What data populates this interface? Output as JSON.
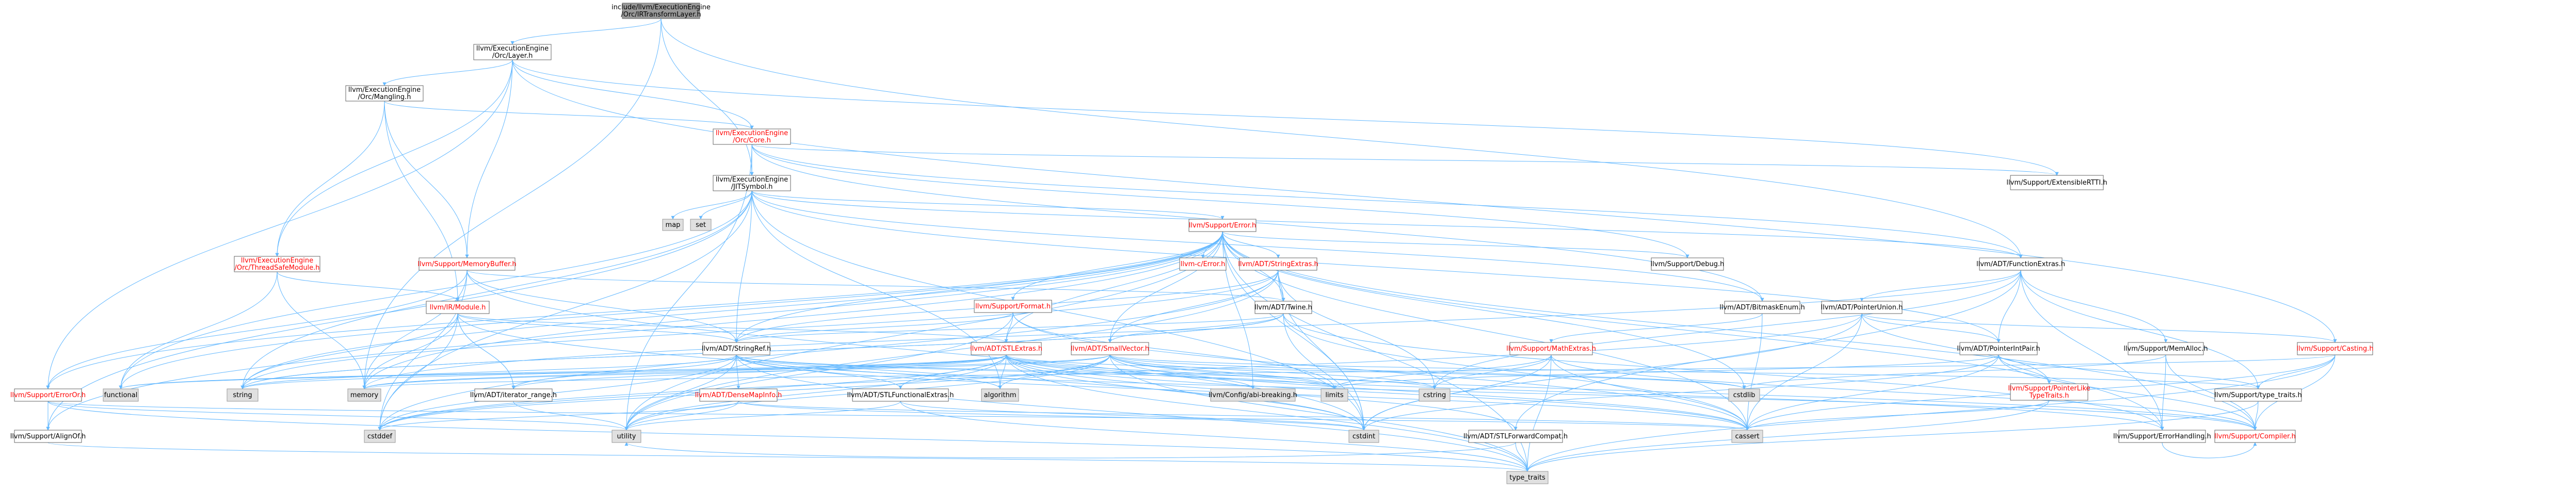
{
  "graph": {
    "colors": {
      "background": "#ffffff",
      "edge": "#63b8ff",
      "node_border": "#666666",
      "node_fill": "#ffffff",
      "system_fill": "#e0e0e0",
      "system_border": "#999999",
      "root_fill": "#999999",
      "root_border": "#666666",
      "text": "#000000",
      "red_text": "#ff0000"
    },
    "nodes": [
      {
        "id": "root",
        "lines": [
          "include/llvm/ExecutionEngine",
          "/Orc/IRTransformLayer.h"
        ],
        "kind": "root"
      },
      {
        "id": "layer",
        "lines": [
          "llvm/ExecutionEngine",
          "/Orc/Layer.h"
        ],
        "kind": "normal"
      },
      {
        "id": "mangling",
        "lines": [
          "llvm/ExecutionEngine",
          "/Orc/Mangling.h"
        ],
        "kind": "normal"
      },
      {
        "id": "core",
        "lines": [
          "llvm/ExecutionEngine",
          "/Orc/Core.h"
        ],
        "kind": "red"
      },
      {
        "id": "jitsymbol",
        "lines": [
          "llvm/ExecutionEngine",
          "/JITSymbol.h"
        ],
        "kind": "normal"
      },
      {
        "id": "extensiblertti",
        "lines": [
          "llvm/Support/ExtensibleRTTI.h"
        ],
        "kind": "normal"
      },
      {
        "id": "map",
        "lines": [
          "map"
        ],
        "kind": "system"
      },
      {
        "id": "set",
        "lines": [
          "set"
        ],
        "kind": "system"
      },
      {
        "id": "error",
        "lines": [
          "llvm/Support/Error.h"
        ],
        "kind": "red"
      },
      {
        "id": "tsm",
        "lines": [
          "llvm/ExecutionEngine",
          "/Orc/ThreadSafeModule.h"
        ],
        "kind": "red"
      },
      {
        "id": "membuf",
        "lines": [
          "llvm/Support/MemoryBuffer.h"
        ],
        "kind": "red"
      },
      {
        "id": "irmodule",
        "lines": [
          "llvm/IR/Module.h"
        ],
        "kind": "red"
      },
      {
        "id": "cerror",
        "lines": [
          "llvm-c/Error.h"
        ],
        "kind": "red"
      },
      {
        "id": "stringextras",
        "lines": [
          "llvm/ADT/StringExtras.h"
        ],
        "kind": "red"
      },
      {
        "id": "debug",
        "lines": [
          "llvm/Support/Debug.h"
        ],
        "kind": "normal"
      },
      {
        "id": "functionextras",
        "lines": [
          "llvm/ADT/FunctionExtras.h"
        ],
        "kind": "normal"
      },
      {
        "id": "twine",
        "lines": [
          "llvm/ADT/Twine.h"
        ],
        "kind": "normal"
      },
      {
        "id": "format",
        "lines": [
          "llvm/Support/Format.h"
        ],
        "kind": "red"
      },
      {
        "id": "pointerunion",
        "lines": [
          "llvm/ADT/PointerUnion.h"
        ],
        "kind": "normal"
      },
      {
        "id": "bitmaskenum",
        "lines": [
          "llvm/ADT/BitmaskEnum.h"
        ],
        "kind": "normal"
      },
      {
        "id": "mathextras",
        "lines": [
          "llvm/Support/MathExtras.h"
        ],
        "kind": "red"
      },
      {
        "id": "pointerintpair",
        "lines": [
          "llvm/ADT/PointerIntPair.h"
        ],
        "kind": "normal"
      },
      {
        "id": "memalloc",
        "lines": [
          "llvm/Support/MemAlloc.h"
        ],
        "kind": "normal"
      },
      {
        "id": "casting",
        "lines": [
          "llvm/Support/Casting.h"
        ],
        "kind": "red"
      },
      {
        "id": "stringref",
        "lines": [
          "llvm/ADT/StringRef.h"
        ],
        "kind": "normal"
      },
      {
        "id": "stlextras",
        "lines": [
          "llvm/ADT/STLExtras.h"
        ],
        "kind": "red"
      },
      {
        "id": "smallvector",
        "lines": [
          "llvm/ADT/SmallVector.h"
        ],
        "kind": "red"
      },
      {
        "id": "pointerliketypetraits",
        "lines": [
          "llvm/Support/PointerLike",
          "TypeTraits.h"
        ],
        "kind": "red"
      },
      {
        "id": "typetraits",
        "lines": [
          "llvm/Support/type_traits.h"
        ],
        "kind": "normal"
      },
      {
        "id": "errorhandling",
        "lines": [
          "llvm/Support/ErrorHandling.h"
        ],
        "kind": "normal"
      },
      {
        "id": "erroror",
        "lines": [
          "llvm/Support/ErrorOr.h"
        ],
        "kind": "red"
      },
      {
        "id": "alignof",
        "lines": [
          "llvm/Support/AlignOf.h"
        ],
        "kind": "normal"
      },
      {
        "id": "densemapinfo",
        "lines": [
          "llvm/ADT/DenseMapInfo.h"
        ],
        "kind": "red"
      },
      {
        "id": "iteratorrange",
        "lines": [
          "llvm/ADT/iterator_range.h"
        ],
        "kind": "normal"
      },
      {
        "id": "stlfunctionalextras",
        "lines": [
          "llvm/ADT/STLFunctionalExtras.h"
        ],
        "kind": "normal"
      },
      {
        "id": "stlforwardcompat",
        "lines": [
          "llvm/ADT/STLForwardCompat.h"
        ],
        "kind": "normal"
      },
      {
        "id": "compiler",
        "lines": [
          "llvm/Support/Compiler.h"
        ],
        "kind": "red"
      },
      {
        "id": "functional",
        "lines": [
          "functional"
        ],
        "kind": "system"
      },
      {
        "id": "string",
        "lines": [
          "string"
        ],
        "kind": "system"
      },
      {
        "id": "memory",
        "lines": [
          "memory"
        ],
        "kind": "system"
      },
      {
        "id": "algorithm",
        "lines": [
          "algorithm"
        ],
        "kind": "system"
      },
      {
        "id": "abibreaking",
        "lines": [
          "llvm/Config/abi-breaking.h"
        ],
        "kind": "system"
      },
      {
        "id": "limits",
        "lines": [
          "limits"
        ],
        "kind": "system"
      },
      {
        "id": "cstring",
        "lines": [
          "cstring"
        ],
        "kind": "system"
      },
      {
        "id": "cstdlib",
        "lines": [
          "cstdlib"
        ],
        "kind": "system"
      },
      {
        "id": "cstddef",
        "lines": [
          "cstddef"
        ],
        "kind": "system"
      },
      {
        "id": "utility",
        "lines": [
          "utility"
        ],
        "kind": "system"
      },
      {
        "id": "cstdint",
        "lines": [
          "cstdint"
        ],
        "kind": "system"
      },
      {
        "id": "cassert",
        "lines": [
          "cassert"
        ],
        "kind": "system"
      },
      {
        "id": "typetraitsstd",
        "lines": [
          "type_traits"
        ],
        "kind": "system"
      }
    ]
  }
}
